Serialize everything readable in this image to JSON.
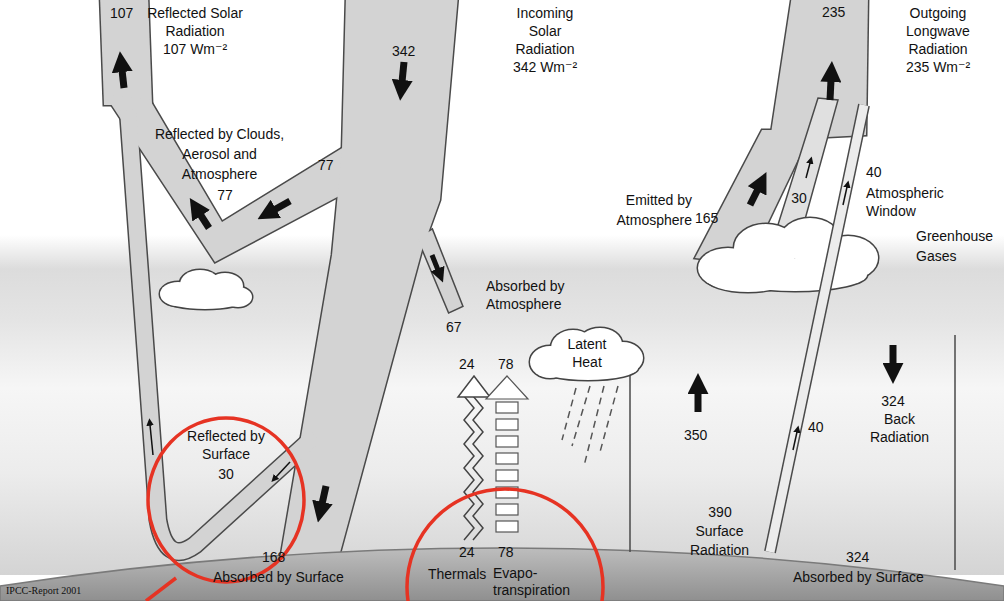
{
  "diagram": {
    "nodes": [
      {
        "text": [
          "Reflected by Surface",
          "30"
        ]
      },
      {
        "text": [
          "24",
          "Thermals",
          "78",
          "Evapo- transpiration"
        ]
      },
      {
        "text": [
          "Latent Heat"
        ]
      }
    ],
    "labels": [
      "107",
      "Reflected Solar Radiation",
      "107 Wm⁻²",
      "342",
      "Incoming Solar Radiation",
      "342 Wm⁻²",
      "235",
      "Outgoing Longwave Radiation",
      "235 Wm⁻²",
      "Reflected by Clouds, Aerosol and Atmosphere",
      "77",
      "77",
      "67",
      "Absorbed by Atmosphere",
      "Emitted by Atmosphere",
      "165",
      "30",
      "40",
      "Atmospheric Window",
      "Greenhouse Gases",
      "24",
      "78",
      "350",
      "40",
      "324",
      "Back Radiation",
      "390",
      "Surface Radiation",
      "168",
      "Absorbed by Surface",
      "324",
      "Absorbed by Surface",
      "IPCC-Report 2001"
    ]
  }
}
